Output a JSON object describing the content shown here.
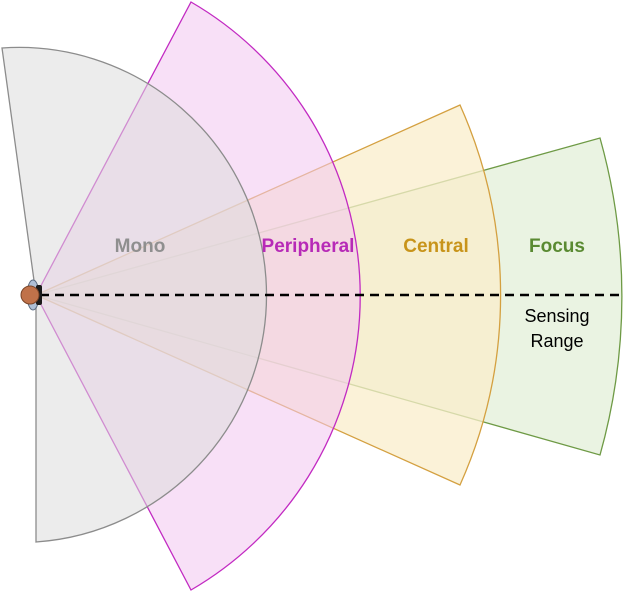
{
  "labels": {
    "mono": "Mono",
    "peripheral": "Peripheral",
    "central": "Central",
    "focus": "Focus",
    "sensing_line1": "Sensing",
    "sensing_line2": "Range"
  },
  "colors": {
    "mono_fill": "#dcdcdc",
    "mono_stroke": "#8c8c8c",
    "mono_text": "#8f8f8f",
    "peripheral_fill": "#f3c7f0",
    "peripheral_stroke": "#c22ac2",
    "peripheral_text": "#b72ab7",
    "central_fill": "#faeecb",
    "central_stroke": "#d4a040",
    "central_text": "#c8941a",
    "focus_fill": "#e3efd8",
    "focus_stroke": "#6e9a45",
    "focus_text": "#5a8a32",
    "axis": "#000000",
    "head_face": "#c0724a",
    "head_hair": "#1a1a1a"
  }
}
